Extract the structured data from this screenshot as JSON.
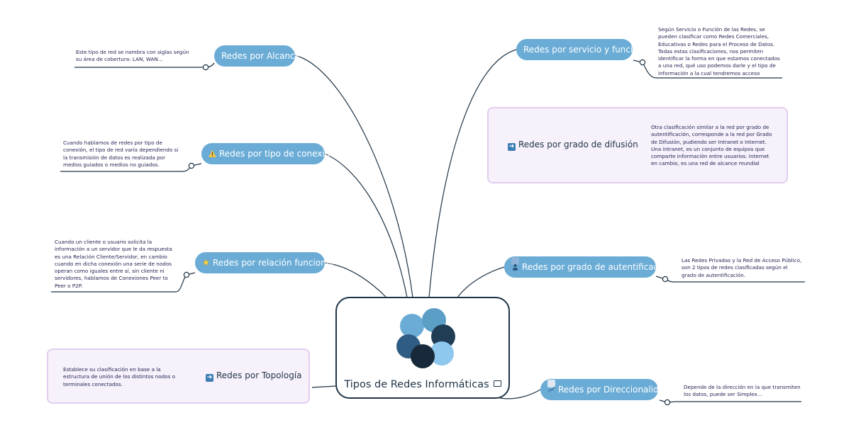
{
  "central": {
    "title": "Tipos de Redes Informáticas",
    "icon": "image-icon"
  },
  "colors": {
    "pill": "#6aacd6",
    "line": "#1f3446",
    "box_bg": "#f6f1fb",
    "box_border": "#e3cdef",
    "text": "#1f2150"
  },
  "topics": [
    {
      "id": "alcance",
      "label": "Redes por Alcance",
      "icon": "",
      "note": "Este  tipo de red se nombra con siglas según su área de cobertura: LAN, WAN..."
    },
    {
      "id": "conexion",
      "label": "Redes por tipo de conexión",
      "icon": "warning-icon",
      "note": "Cuando hablamos de redes por tipo de conexión, el tipo de red varía dependiendo si la transmisión de datos es realizada por medios guiados o medios no guiados."
    },
    {
      "id": "funcional",
      "label": "Redes por relación funcional",
      "icon": "star-icon",
      "note": "Cuando un cliente o usuario solicita la información a un servidor que le da respuesta es una Relación Cliente/Servidor, en cambio cuando en dicha conexión una serie de nodos operan como iguales entre sí, sin cliente ni servidores, hablamos de Conexiones Peer to Peer o P2P."
    },
    {
      "id": "topologia",
      "label": "Redes por Topología",
      "icon": "arrow-right-icon",
      "note": "Establece su clasificación en base a la estructura de unión de los distintos nodos o terminales conectados."
    },
    {
      "id": "servicio",
      "label": "Redes por servicio y función",
      "icon": "",
      "note": "Según Servicio o Función de las Redes, se pueden clasificar como Redes Comerciales, Educativas o Redes para el Proceso de Datos. Todas estas clasificaciones, nos permiten identificar la forma en que estamos conectados a una red, qué uso podemos darle y el tipo de información a la cual tendremos acceso"
    },
    {
      "id": "difusion",
      "label": "Redes por grado de difusión",
      "icon": "arrow-right-icon",
      "note": "Otra clasificación similar a la red por grado de autentificación, corresponde a la red por Grado de Difusión, pudiendo ser Intranet o Internet. Una intranet, es un conjunto de equipos que comparte información entre usuarios.  Internet en cambio, es una red de alcance mundial"
    },
    {
      "id": "autentificacion",
      "label": "Redes por grado de autentificación",
      "icon": "user-icon",
      "note": "Las Redes Privadas y la Red de Acceso Público, son 2 tipos de redes clasificadas según el grado de autentificación."
    },
    {
      "id": "direccionalidad",
      "label": "Redes por Direccionalidad",
      "icon": "chart-icon",
      "note": "Depende de la dirección en la que transmiten los datos, puede ser Simplex..."
    }
  ]
}
